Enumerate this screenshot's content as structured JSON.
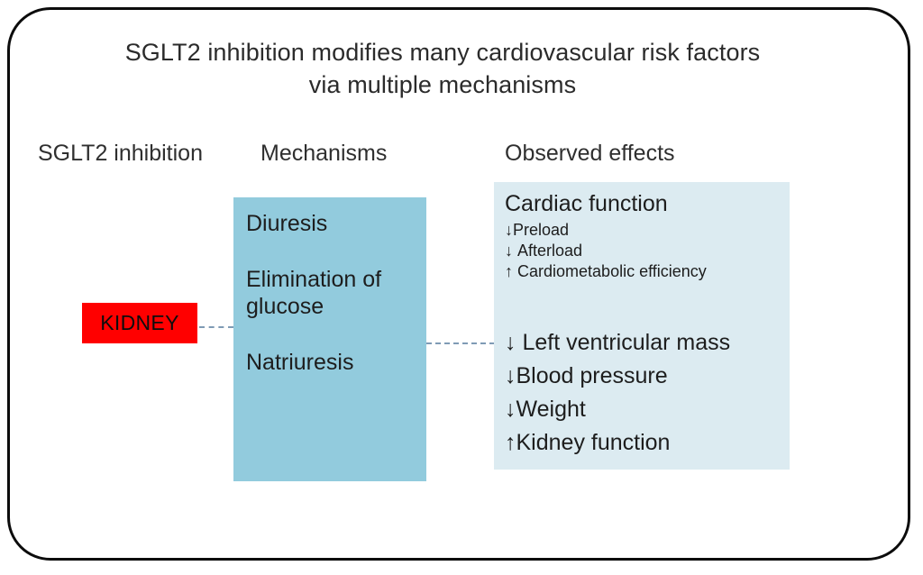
{
  "title": {
    "line1": "SGLT2 inhibition modifies many cardiovascular risk factors",
    "line2": "via multiple mechanisms"
  },
  "columns": {
    "sglt2": "SGLT2 inhibition",
    "mechanisms": "Mechanisms",
    "effects": "Observed effects"
  },
  "kidney": {
    "label": "KIDNEY",
    "color": "#ff0000"
  },
  "mechanisms": {
    "color": "#92cbdd",
    "items": [
      {
        "label": "Diuresis"
      },
      {
        "label": "Elimination of glucose"
      },
      {
        "label": "Natriuresis"
      }
    ]
  },
  "effects": {
    "color": "#dcebf1",
    "cardiac": {
      "title": "Cardiac function",
      "items": [
        {
          "arrow": "↓",
          "label": "Preload"
        },
        {
          "arrow": "↓",
          "label": "Afterload"
        },
        {
          "arrow": "↑",
          "label": "Cardiometabolic efficiency"
        }
      ]
    },
    "outcomes": [
      {
        "arrow": "↓",
        "label": "Left ventricular mass"
      },
      {
        "arrow": "↓",
        "label": "Blood pressure"
      },
      {
        "arrow": "↓",
        "label": "Weight"
      },
      {
        "arrow": "↑",
        "label": "Kidney function"
      }
    ]
  },
  "connectors": {
    "color": "#7f9bb5"
  }
}
